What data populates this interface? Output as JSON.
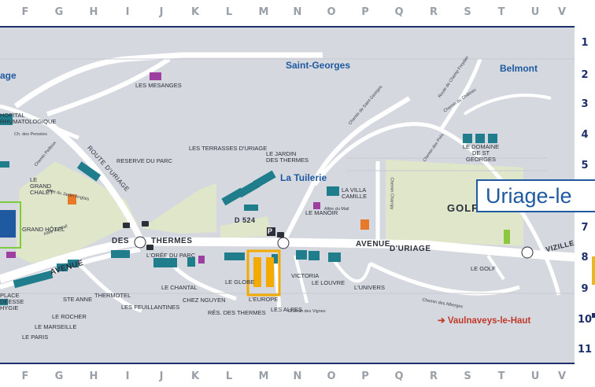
{
  "grid": {
    "columns": [
      "F",
      "G",
      "H",
      "I",
      "J",
      "K",
      "L",
      "M",
      "N",
      "O",
      "P",
      "Q",
      "R",
      "S",
      "T",
      "U",
      "V"
    ],
    "rows": [
      "2",
      "3",
      "4",
      "5",
      "6",
      "7",
      "8",
      "9",
      "10",
      "11"
    ],
    "row_one": "1"
  },
  "title": "Uriage-le",
  "places": {
    "saint_georges": "Saint-Georges",
    "belmont": "Belmont",
    "la_tuilerie": "La Tuilerie",
    "uriage_left": "age",
    "vaulnaveys": "➔ Vaulnaveys-le-Haut",
    "golf_area": "GOLF"
  },
  "streets": {
    "avenue_left": "AVENUE",
    "des": "DES",
    "thermes": "THERMES",
    "d524": "D 524",
    "avenue_right": "AVENUE",
    "d_uriage": "D'URIAGE",
    "vizille": "VIZILLE",
    "route_uriage": "ROUTE D'URIAGE",
    "allee_jardin": "Allée du Jardin Anglais",
    "allee_mail": "Allée du Mail",
    "allee_mail2": "Allée du Mail",
    "chemin_st_georges": "Chemin de Saint Georges",
    "chemin_champy": "Chemin Champy",
    "chemin_pres": "Chemin des Prés",
    "chemin_chalets": "Chemin du Château",
    "route_freydier": "Route de Champ Freydier",
    "chemin_vignes": "Chemin des Vignes",
    "chemin_alberges": "Chemin des Alberges",
    "chemin_pensees": "Ch. des Pensées",
    "chemin_peilloux": "Chemin Peilloux"
  },
  "labels": {
    "mesanges": "LES MESANGES",
    "hopital": "HOPITAL",
    "rhumatologique": "RHUMATOLOGIQUE",
    "reserve_parc": "RESERVE DU PARC",
    "terrasses": "LES TERRASSES D'URIAGE",
    "jardin_thermes": "LE JARDIN DES THERMES",
    "domaine": "LE DOMAINE DE ST GEORGES",
    "villa_camille": "LA VILLA CAMILLE",
    "manoir": "LE MANOIR",
    "grand_chalet": "LE GRAND CHALET",
    "grand_hotel": "GRAND HÔTEL",
    "oree_parc": "L'ORÉE DU PARC",
    "chantal": "LE CHANTAL",
    "chez_nguyen": "CHEZ NGUYEN",
    "le_globe": "LE GLOBE",
    "l_europe": "L'EUROPE",
    "victoria": "VICTORIA",
    "le_louvre": "LE LOUVRE",
    "l_univers": "L'UNIVERS",
    "les_alpes": "LES ALPES",
    "thermotel": "THERMOTEL",
    "feuillantines": "LES FEUILLANTINES",
    "res_thermes": "RÉS. DES THERMES",
    "ste_anne": "STE ANNE",
    "le_rocher": "LE ROCHER",
    "le_marseille": "LE MARSEILLE",
    "le_paris": "LE PARIS",
    "place_deesse": "PLACE DÉESSE HYGIE",
    "le_golf": "LE GOLF",
    "parking": "P"
  },
  "colors": {
    "background": "#d5d8de",
    "road": "#ffffff",
    "park": "#dfe6c9",
    "building": "#1f7d8c",
    "magenta": "#9c3fa0",
    "highlight": "#f2a900",
    "title_blue": "#1f5aa0",
    "frame_navy": "#1f2f6b",
    "red": "#c0392b"
  },
  "icons": [
    "bus-icon",
    "parking-icon",
    "roundabout-icon",
    "info-building-icon"
  ]
}
